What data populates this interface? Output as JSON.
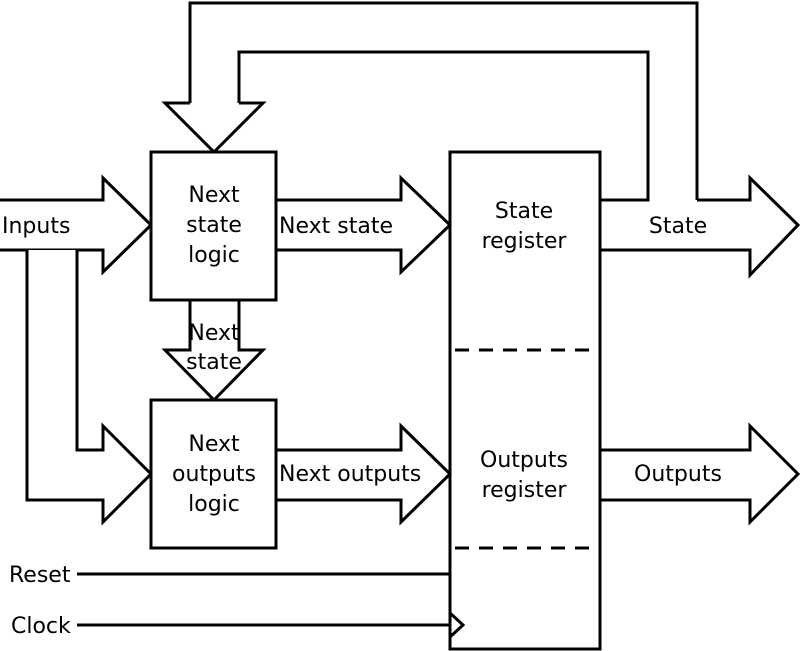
{
  "labels": {
    "inputs": "Inputs",
    "next_state_arrow": "Next state",
    "next_state_vertical_line1": "Next",
    "next_state_vertical_line2": "state",
    "next_outputs_arrow": "Next outputs",
    "state": "State",
    "outputs": "Outputs",
    "reset": "Reset",
    "clock": "Clock"
  },
  "blocks": {
    "next_state_logic": [
      "Next",
      "state",
      "logic"
    ],
    "next_outputs_logic": [
      "Next",
      "outputs",
      "logic"
    ],
    "state_register": [
      "State",
      "register"
    ],
    "outputs_register": [
      "Outputs",
      "register"
    ]
  }
}
